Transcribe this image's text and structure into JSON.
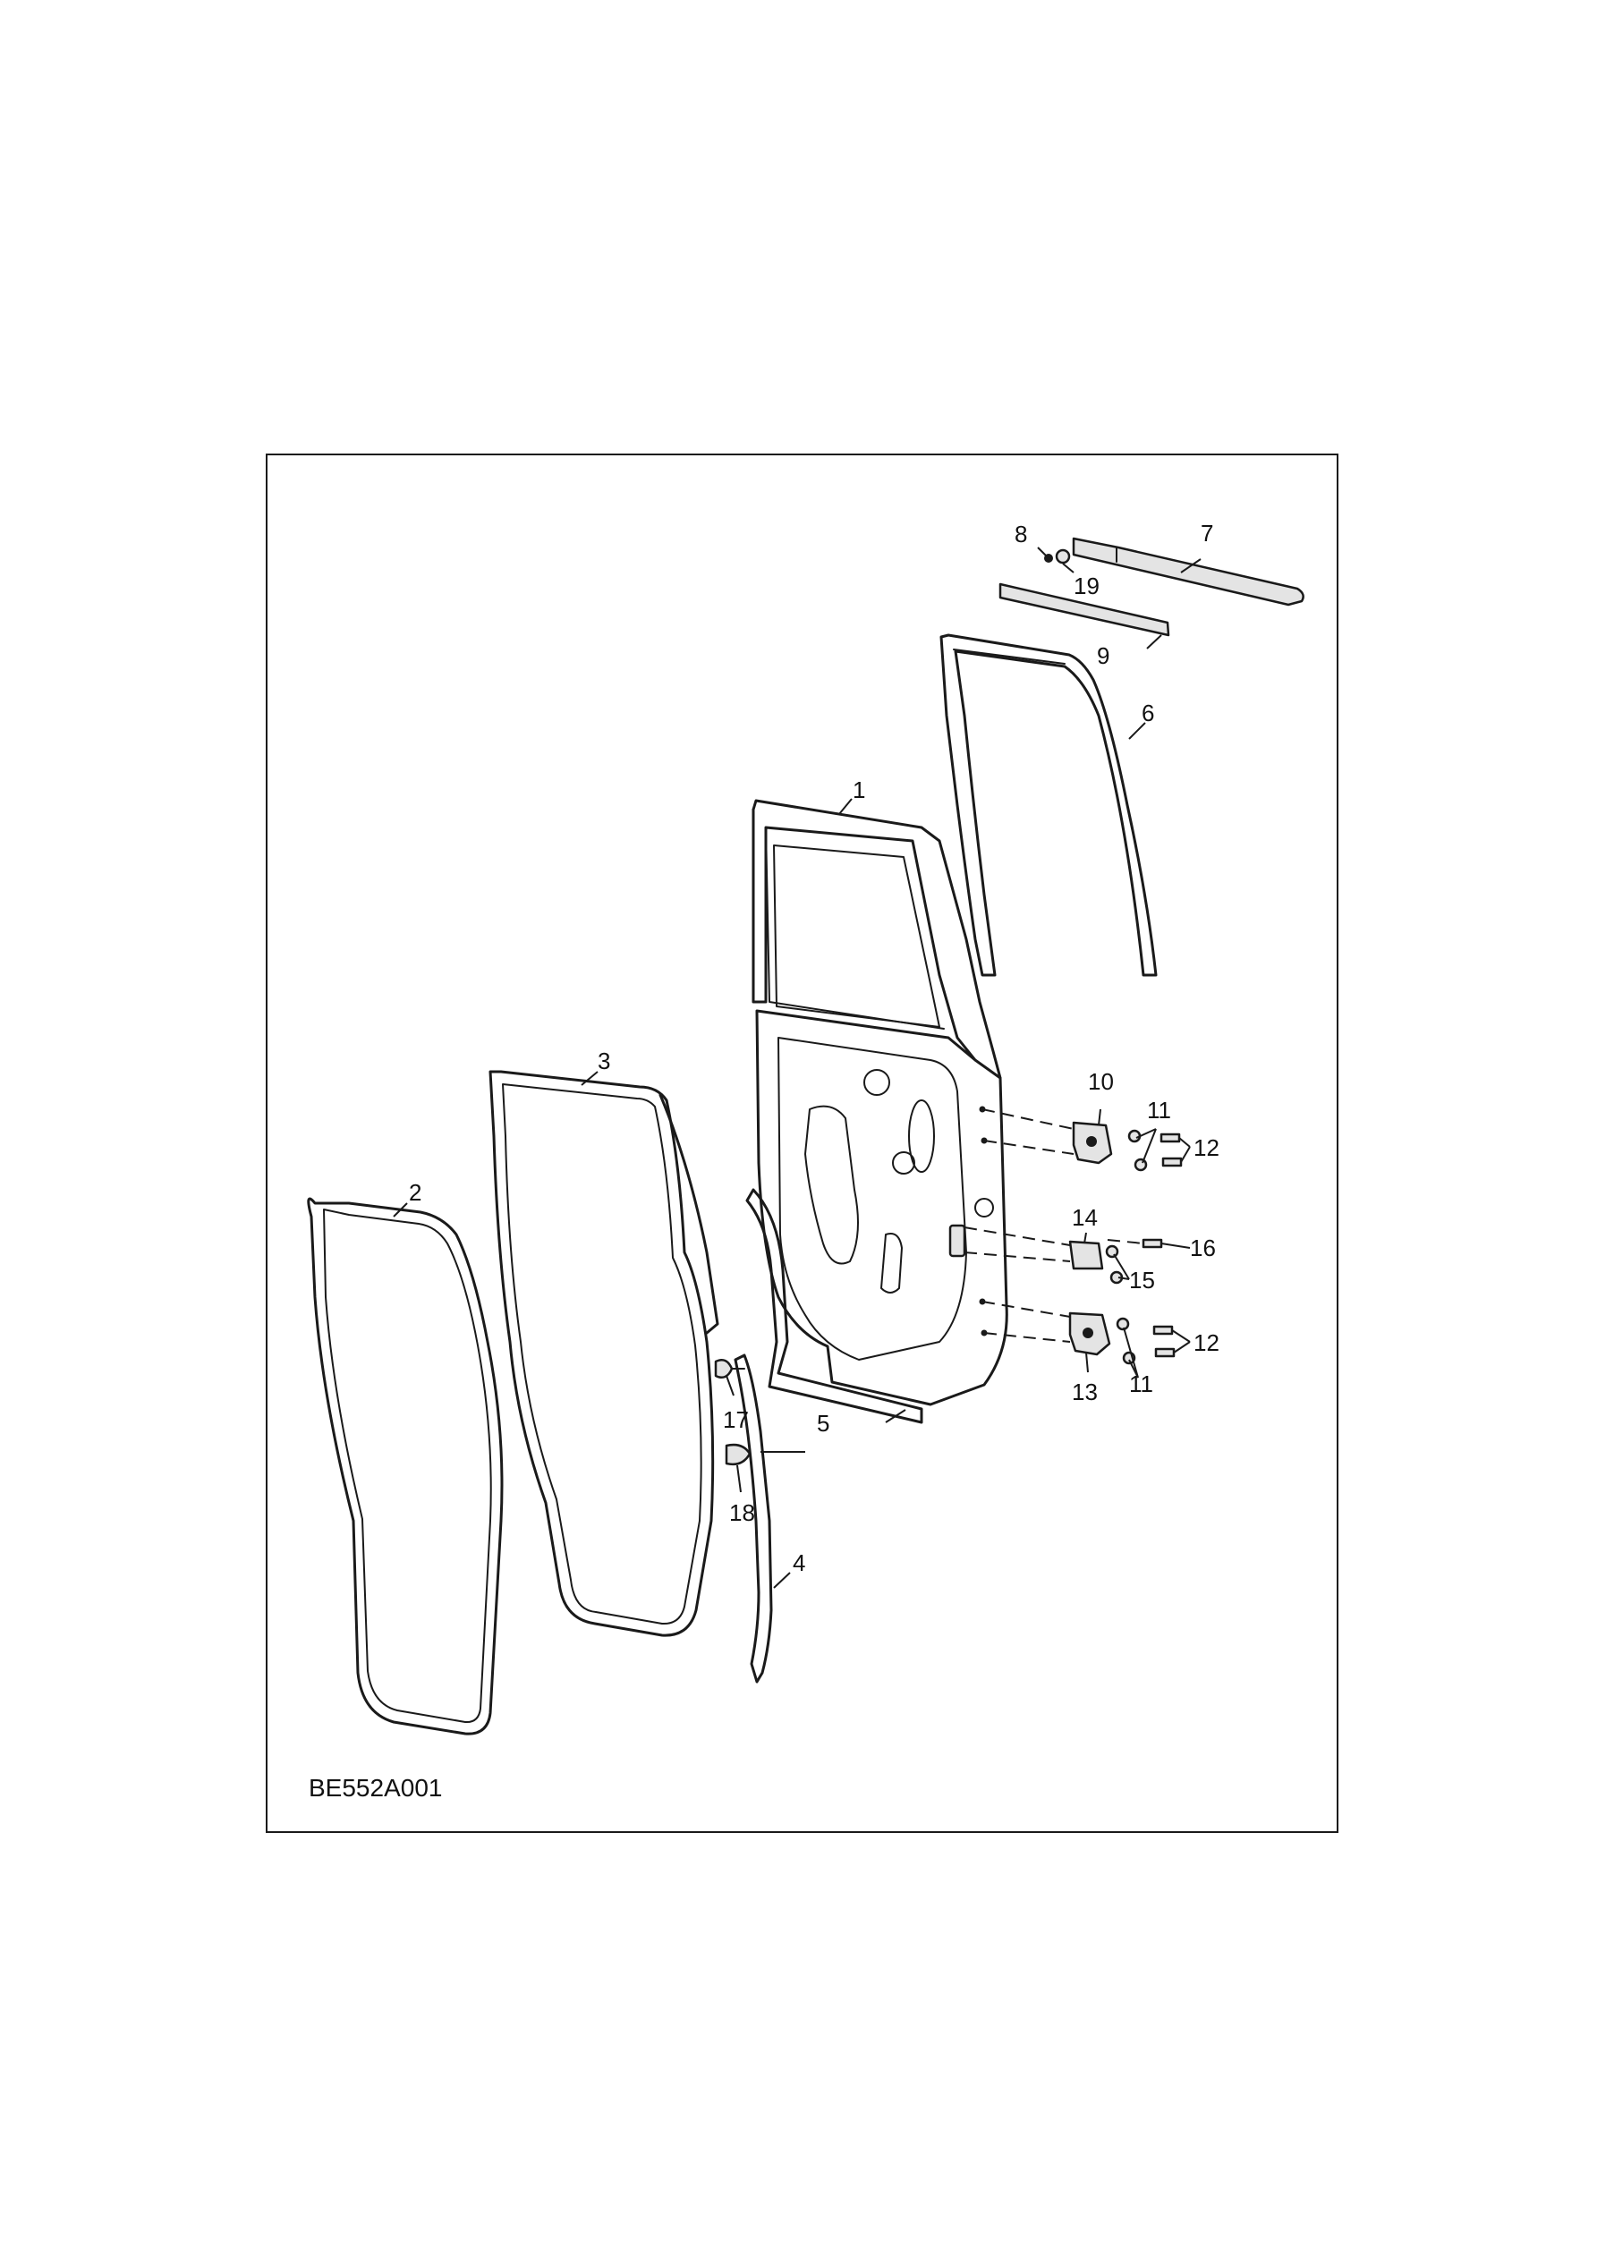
{
  "diagram": {
    "reference_code": "BE552A001",
    "callouts": [
      {
        "id": "c1",
        "label": "1"
      },
      {
        "id": "c2",
        "label": "2"
      },
      {
        "id": "c3",
        "label": "3"
      },
      {
        "id": "c4",
        "label": "4"
      },
      {
        "id": "c5",
        "label": "5"
      },
      {
        "id": "c6",
        "label": "6"
      },
      {
        "id": "c7",
        "label": "7"
      },
      {
        "id": "c8",
        "label": "8"
      },
      {
        "id": "c9",
        "label": "9"
      },
      {
        "id": "c10",
        "label": "10"
      },
      {
        "id": "c11a",
        "label": "11"
      },
      {
        "id": "c12a",
        "label": "12"
      },
      {
        "id": "c13",
        "label": "13"
      },
      {
        "id": "c14",
        "label": "14"
      },
      {
        "id": "c15",
        "label": "15"
      },
      {
        "id": "c16",
        "label": "16"
      },
      {
        "id": "c11b",
        "label": "11"
      },
      {
        "id": "c12b",
        "label": "12"
      },
      {
        "id": "c17",
        "label": "17"
      },
      {
        "id": "c18",
        "label": "18"
      },
      {
        "id": "c19",
        "label": "19"
      }
    ]
  }
}
